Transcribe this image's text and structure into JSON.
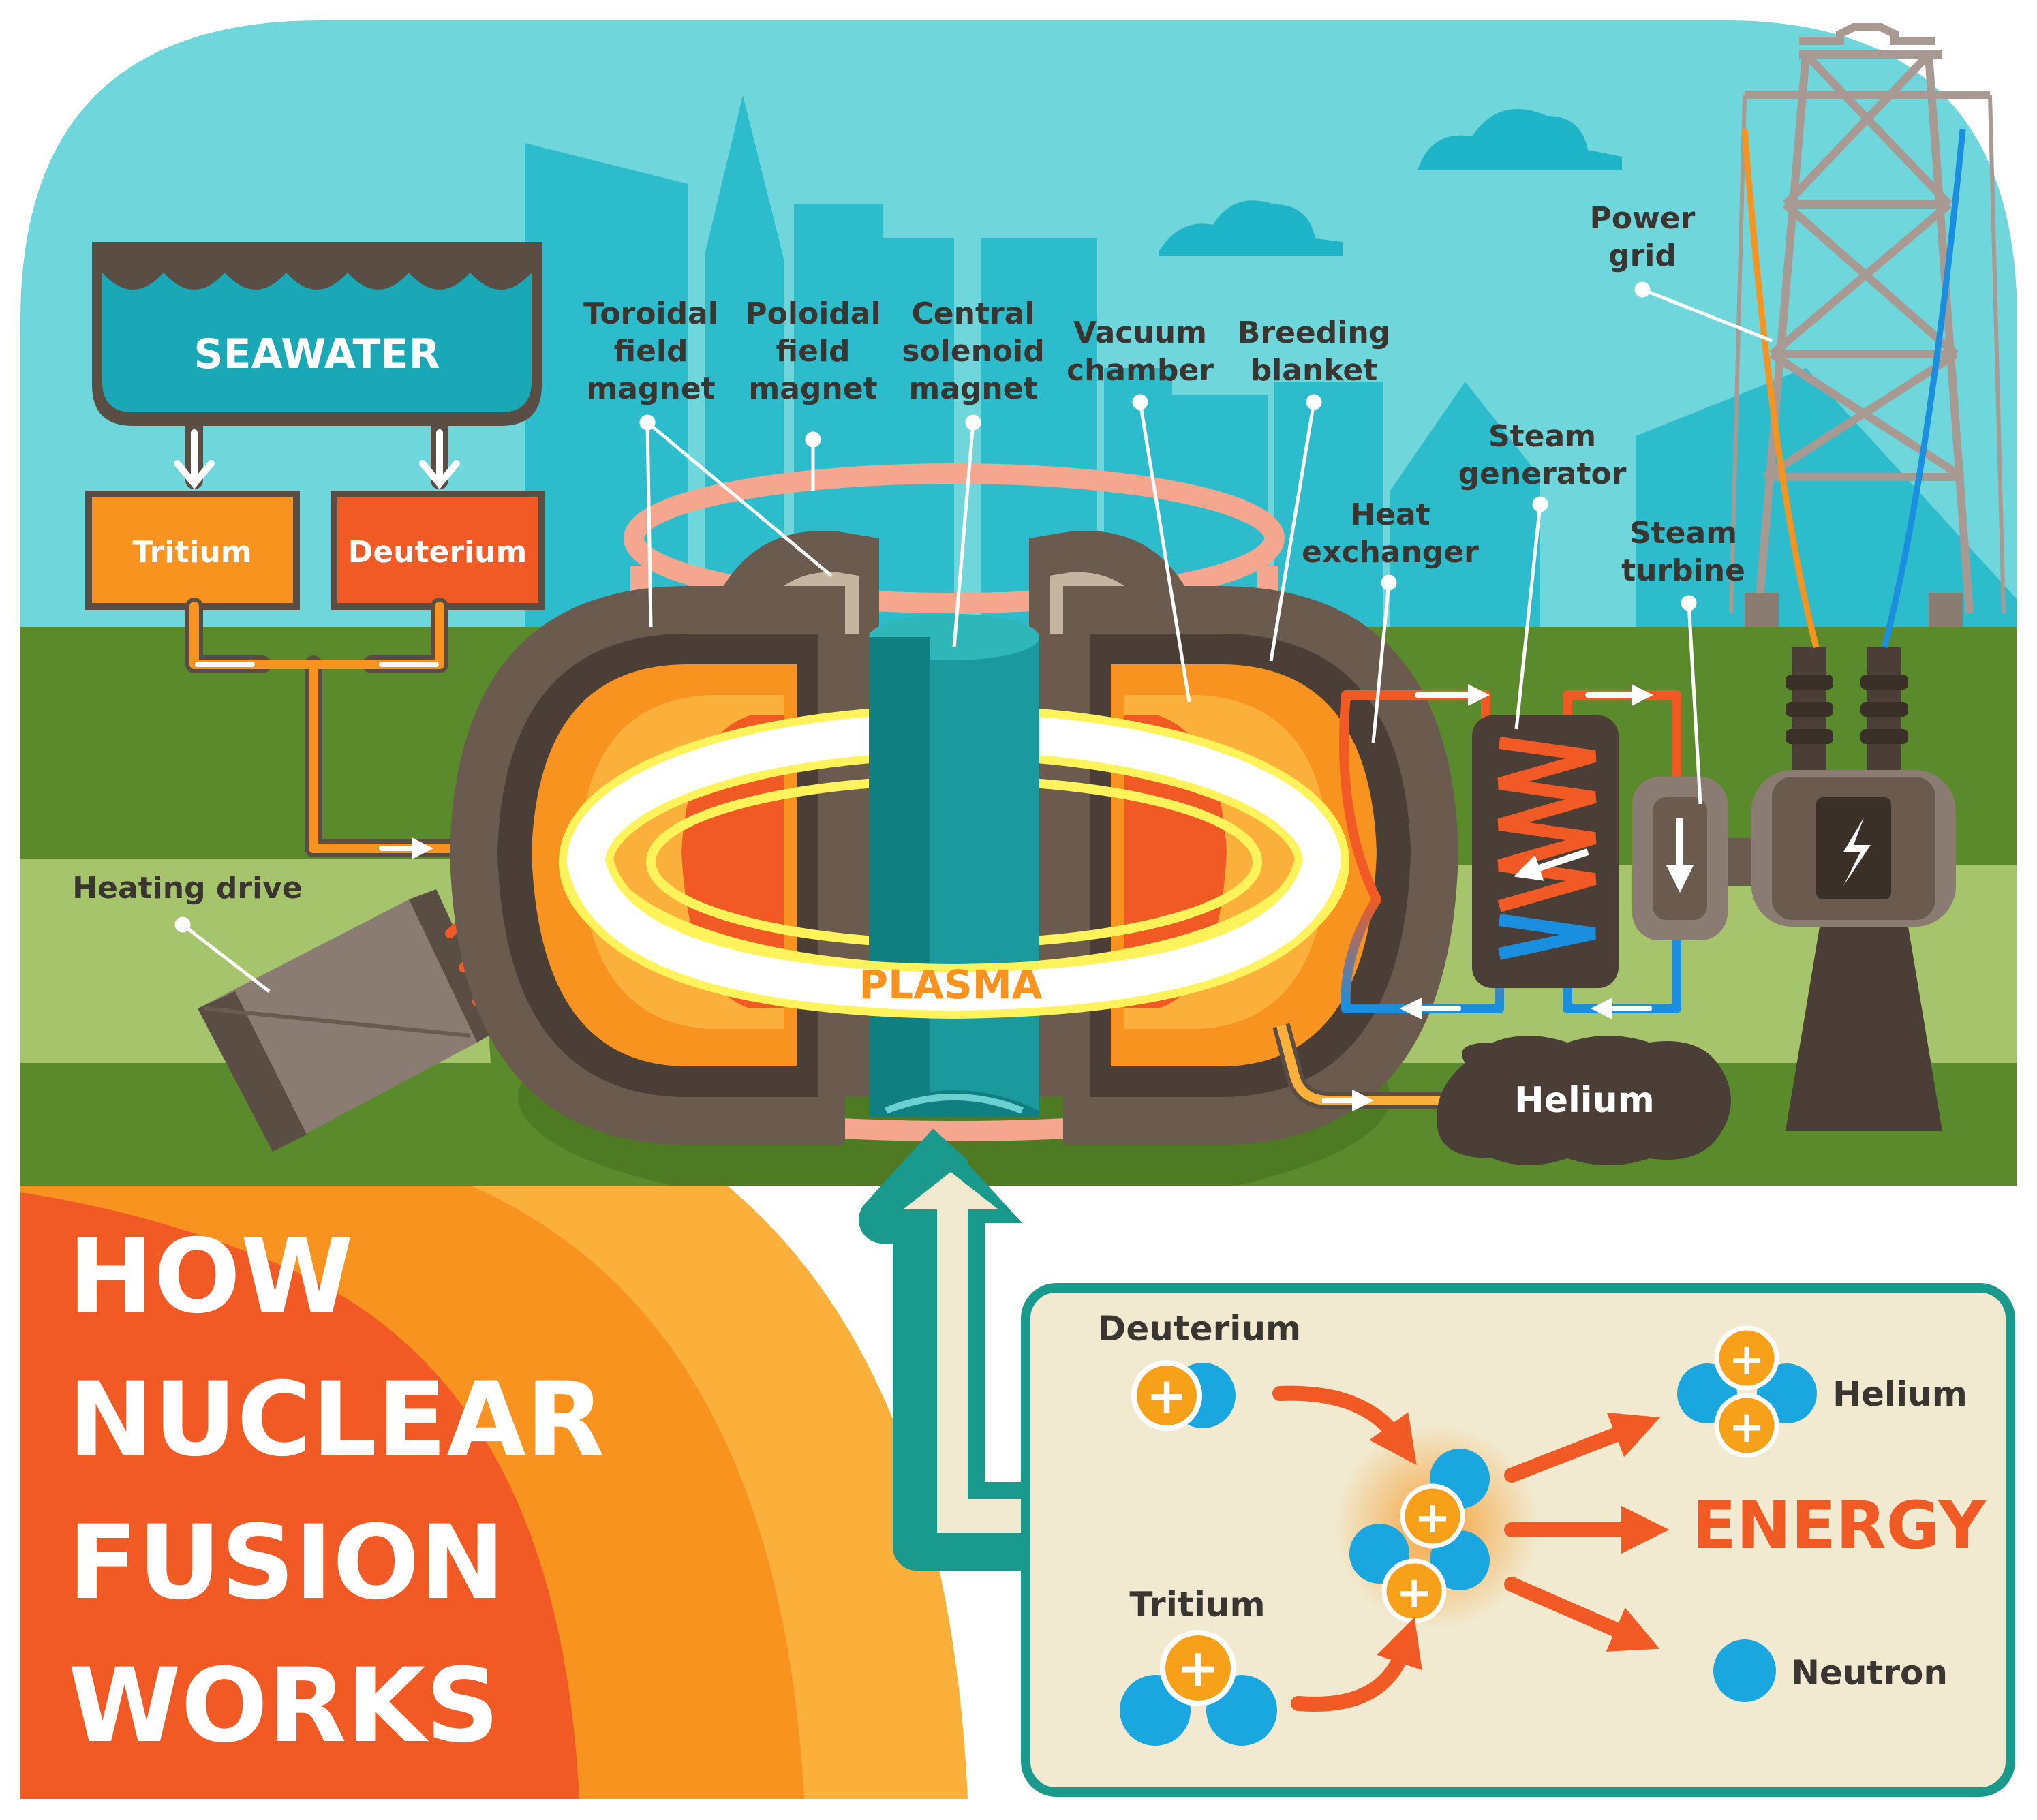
{
  "title": [
    "HOW",
    "NUCLEAR",
    "FUSION",
    "WORKS"
  ],
  "sources": {
    "seawater": "SEAWATER",
    "tritium": "Tritium",
    "deuterium": "Deuterium"
  },
  "reactor_labels": {
    "toroidal": [
      "Toroidal",
      "field",
      "magnet"
    ],
    "poloidal": [
      "Poloidal",
      "field",
      "magnet"
    ],
    "solenoid": [
      "Central",
      "solenoid",
      "magnet"
    ],
    "vacuum": [
      "Vacuum",
      "chamber"
    ],
    "blanket": [
      "Breeding",
      "blanket"
    ],
    "steam_generator": [
      "Steam",
      "generator"
    ],
    "heat_exchanger": [
      "Heat",
      "exchanger"
    ],
    "steam_turbine": [
      "Steam",
      "turbine"
    ],
    "power_grid": [
      "Power",
      "grid"
    ],
    "heating_drive": "Heating drive",
    "plasma": "PLASMA",
    "helium_tank": "Helium"
  },
  "reaction": {
    "deuterium": "Deuterium",
    "tritium": "Tritium",
    "helium": "Helium",
    "energy": "ENERGY",
    "neutron": "Neutron",
    "proton_symbol": "+"
  },
  "colors": {
    "sky": "#6fd6dc",
    "city": "#2dbccc",
    "grass": "#5a8a2c",
    "light_grass": "#a6c46c",
    "orange": "#f5931e",
    "deep_orange": "#f15a24",
    "brown": "#6b5a4e",
    "teal_dark": "#0f8a8c",
    "proton": "#f7a11a",
    "neutron": "#1aa7e0",
    "panel_bg": "#f1ead0",
    "panel_border": "#1a9a8c"
  }
}
